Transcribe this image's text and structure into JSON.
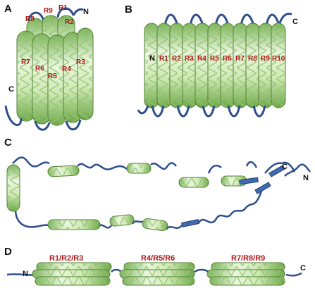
{
  "panels": {
    "A": {
      "label": "A",
      "n_terminus": "N",
      "c_terminus": "C",
      "repeats": [
        "R8",
        "R9",
        "R1",
        "R2",
        "R7",
        "R6",
        "R5",
        "R4",
        "R3"
      ]
    },
    "B": {
      "label": "B",
      "n_terminus": "N",
      "c_terminus": "C",
      "repeats": [
        "R1",
        "R2",
        "R3",
        "R4",
        "R5",
        "R6",
        "R7",
        "R8",
        "R9",
        "R10"
      ]
    },
    "C": {
      "label": "C",
      "n_terminus": "N",
      "c_terminus": "C"
    },
    "D": {
      "label": "D",
      "n_terminus": "N",
      "c_terminus": "C",
      "groups": [
        "R1/R2/R3",
        "R4/R5/R6",
        "R7/R8/R9"
      ]
    }
  },
  "colors": {
    "helix_light": "#eef7e4",
    "helix_mid": "#b7dc95",
    "helix_dark": "#6ea84a",
    "chain": "#2d4f8a",
    "repeat_text": "#b01818"
  }
}
